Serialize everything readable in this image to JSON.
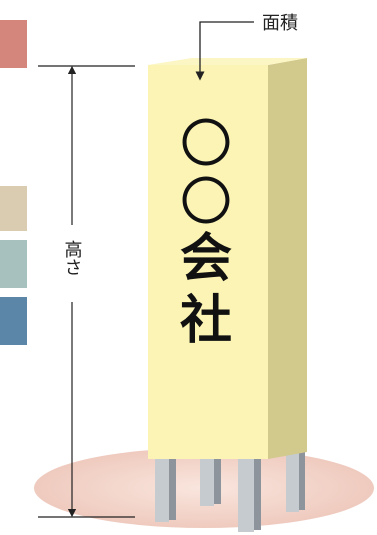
{
  "labels": {
    "area": "面積",
    "height": "高さ",
    "sign_top_mark": "〇",
    "sign_mid_mark": "〇",
    "sign_char_1": "会",
    "sign_char_2": "社"
  },
  "colors": {
    "swatches": [
      "#d4867c",
      "#d9ccb0",
      "#a7c1bf",
      "#5c86a8"
    ],
    "pillar_front": "#fbf4b4",
    "pillar_side": "#d2c98c",
    "pillar_top": "#fcf6c4",
    "ground": "#f6dcd4",
    "post_front": "#c6cbd0",
    "post_side": "#8e949c",
    "line": "#222222"
  }
}
